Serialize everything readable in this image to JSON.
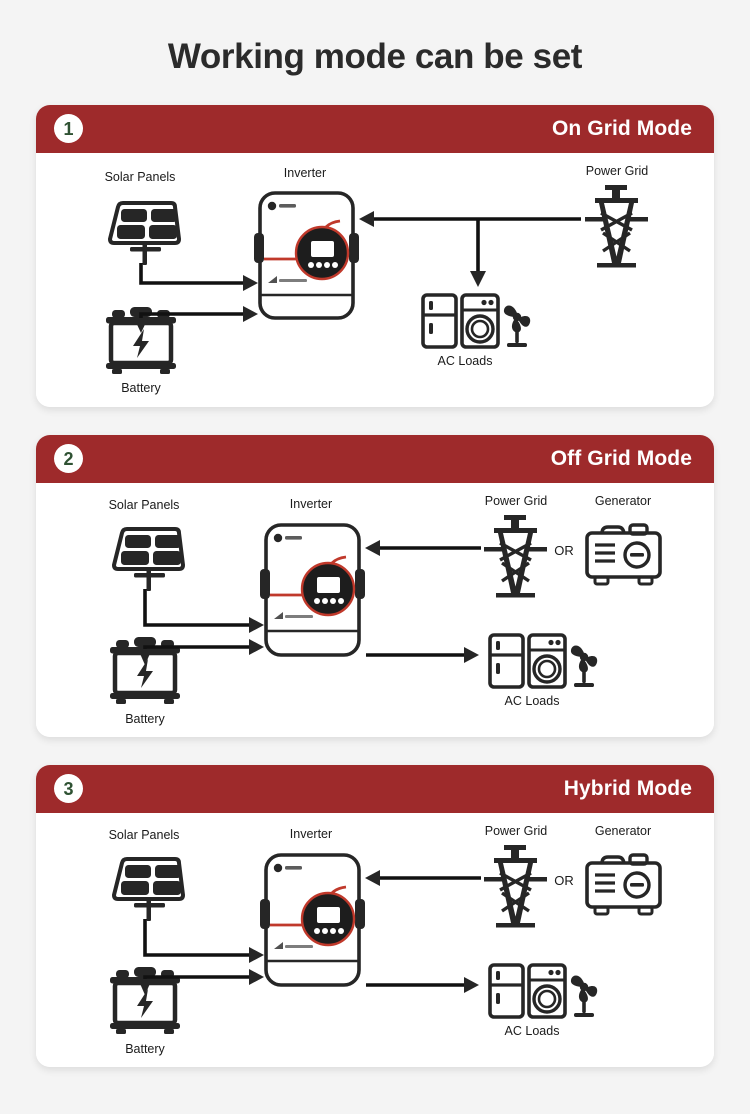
{
  "page": {
    "title": "Working mode can be set",
    "background_color": "#f4f4f4",
    "accent_color": "#9e2a2b",
    "badge_text_color": "#2f5233",
    "icon_color": "#262626",
    "inverter_accent_color": "#c0392b"
  },
  "panels": [
    {
      "number": "1",
      "mode": "On Grid Mode",
      "labels": {
        "solar": "Solar Panels",
        "inverter": "Inverter",
        "battery": "Battery",
        "grid": "Power Grid",
        "loads": "AC Loads"
      },
      "icons": [
        "solar-panel-icon",
        "inverter-icon",
        "battery-icon",
        "power-grid-icon",
        "ac-loads-icon"
      ],
      "has_generator": false,
      "flows": [
        "solar-to-inverter",
        "inverter-to-battery",
        "grid-to-inverter",
        "inverter-to-ac-loads"
      ]
    },
    {
      "number": "2",
      "mode": "Off Grid Mode",
      "labels": {
        "solar": "Solar Panels",
        "inverter": "Inverter",
        "battery": "Battery",
        "grid": "Power Grid",
        "generator": "Generator",
        "or": "OR",
        "loads": "AC Loads"
      },
      "icons": [
        "solar-panel-icon",
        "inverter-icon",
        "battery-icon",
        "power-grid-icon",
        "generator-icon",
        "ac-loads-icon"
      ],
      "has_generator": true,
      "flows": [
        "solar-to-inverter",
        "inverter-to-battery",
        "grid-or-generator-to-inverter",
        "inverter-to-ac-loads"
      ]
    },
    {
      "number": "3",
      "mode": "Hybrid Mode",
      "labels": {
        "solar": "Solar Panels",
        "inverter": "Inverter",
        "battery": "Battery",
        "grid": "Power Grid",
        "generator": "Generator",
        "or": "OR",
        "loads": "AC Loads"
      },
      "icons": [
        "solar-panel-icon",
        "inverter-icon",
        "battery-icon",
        "power-grid-icon",
        "generator-icon",
        "ac-loads-icon"
      ],
      "has_generator": true,
      "flows": [
        "solar-to-inverter",
        "inverter-to-battery",
        "grid-or-generator-to-inverter",
        "inverter-to-ac-loads"
      ]
    }
  ]
}
